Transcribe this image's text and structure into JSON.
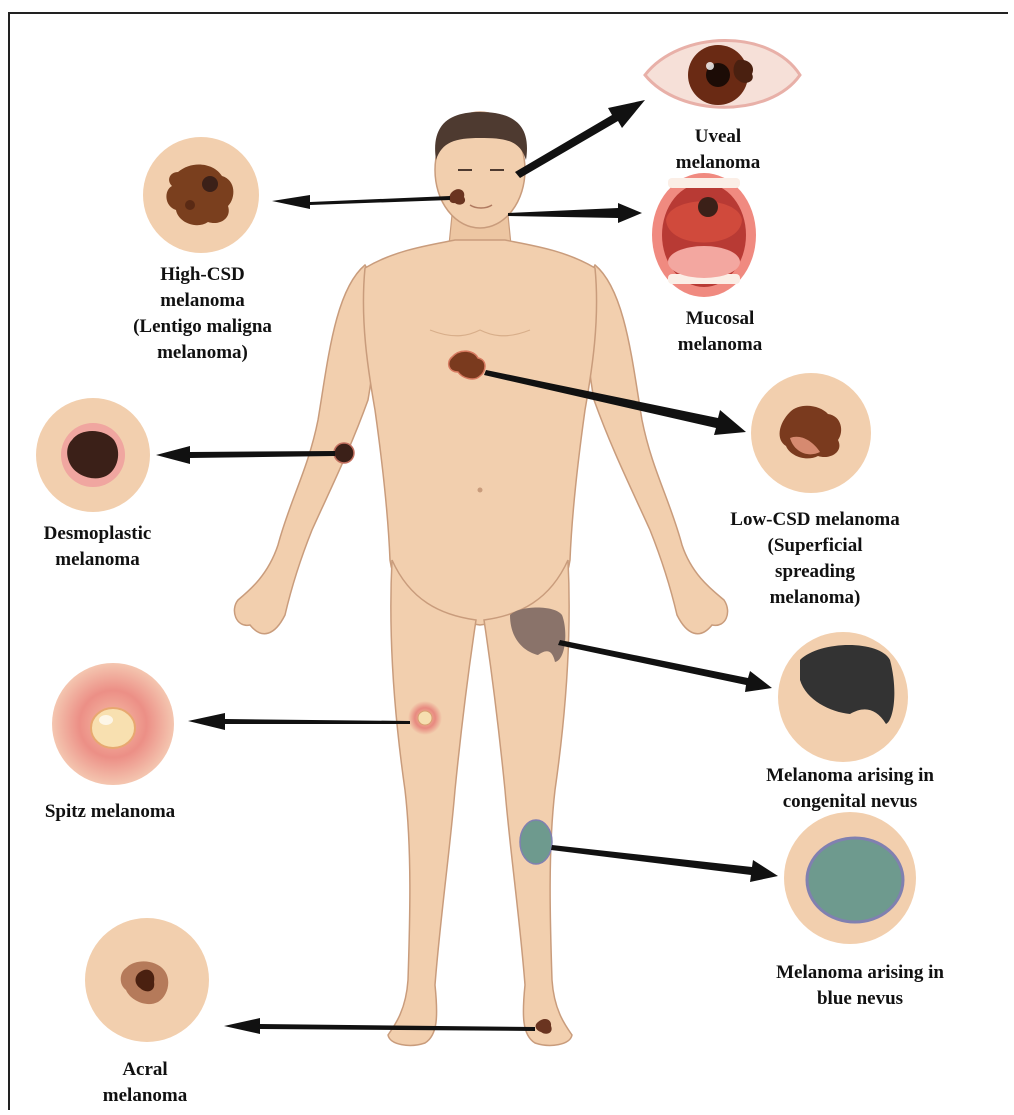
{
  "labels": {
    "uveal": "Uveal\nmelanoma",
    "high_csd": "High-CSD\nmelanoma\n(Lentigo maligna\nmelanoma)",
    "mucosal": "Mucosal\nmelanoma",
    "desmoplastic": "Desmoplastic\nmelanoma",
    "low_csd": "Low-CSD melanoma\n(Superficial\nspreading\nmelanoma)",
    "congenital": "Melanoma arising in\ncongenital nevus",
    "spitz": "Spitz melanoma",
    "blue_nevus": "Melanoma arising in\nblue nevus",
    "acral": "Acral\nmelanoma"
  },
  "colors": {
    "skin": "#f2cfae",
    "skin_outline": "#c99c7c",
    "hair": "#4e3a30",
    "lesion_dark": "#3b2018",
    "lesion_brown": "#8a4a2a",
    "congenital": "#333333",
    "congenital_body": "#8a736a",
    "blue_nevus": "#6e9a8e",
    "blue_nevus_edge": "#8080b0",
    "spitz_red": "#e88080",
    "arrow": "#111111"
  }
}
